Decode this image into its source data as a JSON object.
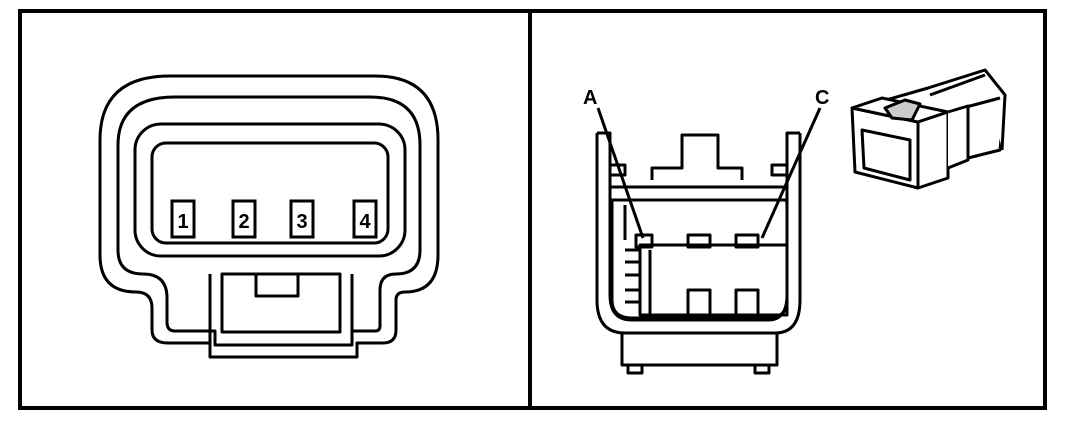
{
  "left_view": {
    "pins": [
      {
        "label": "1"
      },
      {
        "label": "2"
      },
      {
        "label": "3"
      },
      {
        "label": "4"
      }
    ]
  },
  "right_view": {
    "callouts": [
      {
        "label": "A"
      },
      {
        "label": "C"
      }
    ]
  },
  "colors": {
    "line": "#000000",
    "background": "#ffffff",
    "panel_fill": "#ffffff",
    "shade": "#cccccc"
  }
}
